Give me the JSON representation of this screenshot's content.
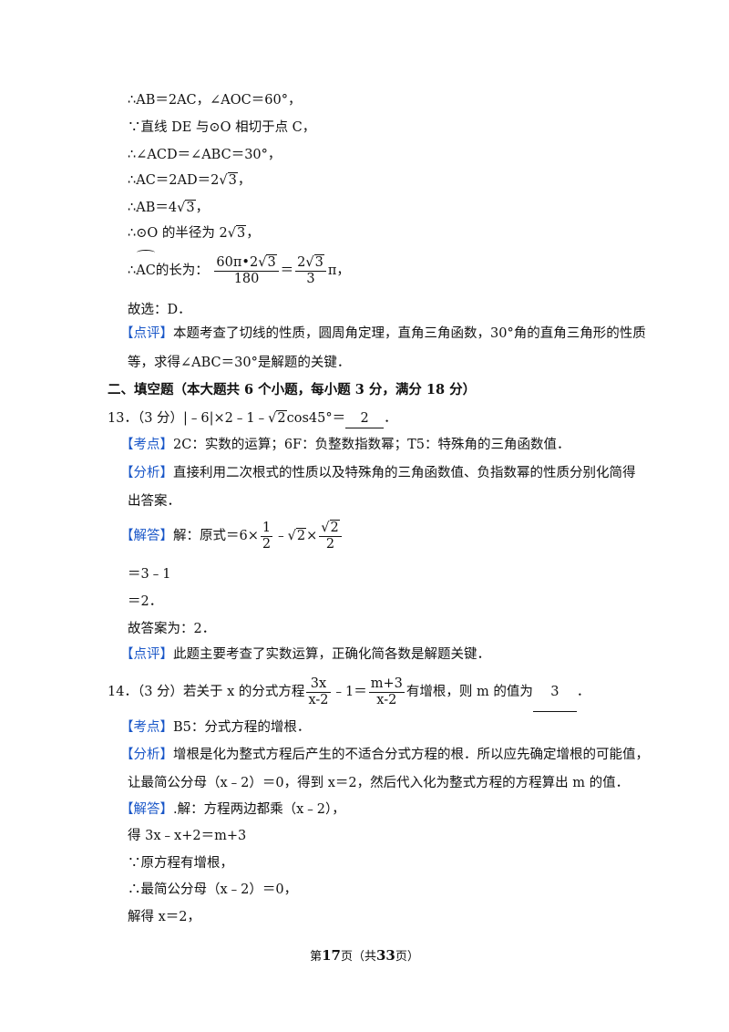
{
  "proof": {
    "l1": "∴AB＝2AC，∠AOC＝60°，",
    "l2": "∵直线 DE 与⊙O 相切于点 C，",
    "l3": "∴∠ACD＝∠ABC＝30°，",
    "l4a": "∴AC＝2AD＝2",
    "l4r": "3",
    "l4b": "，",
    "l5a": "∴AB＝4",
    "l5r": "3",
    "l5b": "，",
    "l6a": "∴⊙O 的半径为 2",
    "l6r": "3",
    "l6b": "，",
    "l7a": "∴",
    "l7arc": "AC",
    "l7b": "的长为：",
    "l7n1": "60π•2",
    "l7r1": "3",
    "l7d1": "180",
    "l7eq": "＝",
    "l7n2": "2",
    "l7r2": "3",
    "l7d2": "3",
    "l7c": "π，",
    "l8": "故选：D．"
  },
  "review12": {
    "tag": "【点评】",
    "t1": "本题考查了切线的性质，圆周角定理，直角三角函数，30°角的直角三角形的性质",
    "t2": "等，求得∠ABC＝30°是解题的关键．"
  },
  "section": {
    "title": "二、填空题（本大题共 6 个小题，每小题 3 分，满分 18 分）"
  },
  "q13": {
    "q_a": "13．（3 分）|﹣6|×2﹣1﹣",
    "q_r": "2",
    "q_b": "cos45°＝",
    "answer": "2",
    "q_end": "．",
    "kd_tag": "【考点】",
    "kd": "2C：实数的运算；6F：负整数指数幂；T5：特殊角的三角函数值．",
    "fx_tag": "【分析】",
    "fx1": "直接利用二次根式的性质以及特殊角的三角函数值、负指数幂的性质分别化简得",
    "fx2": "出答案．",
    "jd_tag": "【解答】",
    "jd_a": "解：原式＝6×",
    "f1n": "1",
    "f1d": "2",
    "jd_b": "﹣",
    "jd_r1": "2",
    "jd_c": "×",
    "f2r": "2",
    "f2d": "2",
    "s1": "＝3﹣1",
    "s2": "＝2．",
    "s3": "故答案为：2．",
    "py_tag": "【点评】",
    "py": "此题主要考查了实数运算，正确化简各数是解题关键．"
  },
  "q14": {
    "q_a": "14．（3 分）若关于 x 的分式方程",
    "f1n": "3x",
    "f1d": "x-2",
    "q_b": "﹣1＝",
    "f2n": "m+3",
    "f2d": "x-2",
    "q_c": "有增根，则 m 的值为",
    "answer": "3",
    "q_end": "．",
    "kd_tag": "【考点】",
    "kd": "B5：分式方程的增根．",
    "fx_tag": "【分析】",
    "fx1": "增根是化为整式方程后产生的不适合分式方程的根．所以应先确定增根的可能值，",
    "fx2": "让最简公分母（x﹣2）＝0，得到 x＝2，然后代入化为整式方程的方程算出 m 的值．",
    "jd_tag": "【解答】",
    "jd": ".解：方程两边都乘（x﹣2），",
    "s1": "得 3x﹣x+2＝m+3",
    "s2": "∵原方程有增根，",
    "s3": "∴最简公分母（x﹣2）＝0，",
    "s4": "解得 x＝2，"
  },
  "footer": {
    "a": "第",
    "page": "17",
    "b": "页（共",
    "total": "33",
    "c": "页）"
  }
}
